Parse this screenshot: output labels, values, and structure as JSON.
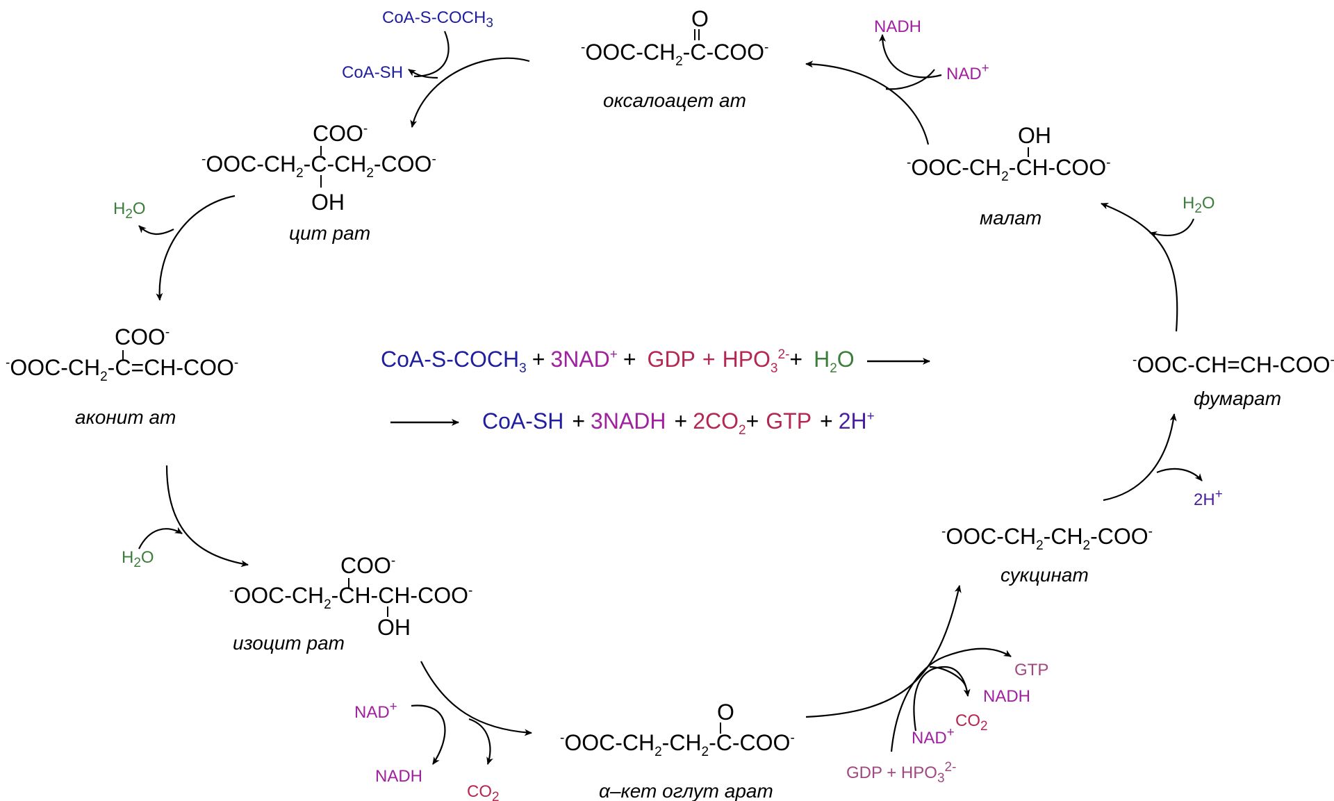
{
  "colors": {
    "black": "#000000",
    "blue": "#1e1e9e",
    "magenta": "#a020a0",
    "crimson": "#b52650",
    "green": "#3b7d3b",
    "indigo": "#4a1ea0",
    "mauve": "#a04880"
  },
  "compounds": {
    "oxaloacetate": {
      "o_top": "O",
      "formula": [
        "OOC-CH",
        "2",
        "-C-COO"
      ],
      "name": "оксалоацет ат"
    },
    "citrate": {
      "top": "COO",
      "formula": [
        "OOC-CH",
        "2",
        "-C-CH",
        "2",
        "-COO"
      ],
      "bottom": "OH",
      "name": "цит рат"
    },
    "aconitate": {
      "top": "COO",
      "formula": [
        "OOC-CH",
        "2",
        "-C=CH-COO"
      ],
      "name": "аконит ат"
    },
    "isocitrate": {
      "top": "COO",
      "formula": [
        "OOC-CH",
        "2",
        "-CH-CH-COO"
      ],
      "bottom": "OH",
      "name": "изоцит рат"
    },
    "alpha_kg": {
      "o_top": "O",
      "formula": [
        "OOC-CH",
        "2",
        "-CH",
        "2",
        "-C-COO"
      ],
      "name": "α–кет оглут арат"
    },
    "succinate": {
      "formula": [
        "OOC-CH",
        "2",
        "-CH",
        "2",
        "-COO"
      ],
      "name": "сукцинат"
    },
    "fumarate": {
      "formula": [
        "OOC-CH=CH-COO"
      ],
      "name": "фумарат"
    },
    "malate": {
      "top": "OH",
      "formula": [
        "OOC-CH",
        "2",
        "-CH-COO"
      ],
      "name": "малат"
    }
  },
  "charge": "-",
  "reagents": {
    "acetyl_coa": [
      "CoA-S-COCH",
      "3"
    ],
    "coa_sh": "CoA-SH",
    "h2o": [
      "H",
      "2",
      "O"
    ],
    "nad_plus": [
      "NAD",
      "+"
    ],
    "nadh": "NADH",
    "co2": [
      "CO",
      "2"
    ],
    "gtp": "GTP",
    "gdp_pi": [
      "GDP + HPO",
      "3",
      "2-"
    ],
    "two_h_plus": [
      "2H",
      "+"
    ]
  },
  "equation": {
    "line1": {
      "acetyl_coa": [
        "CoA-S-COCH",
        "3"
      ],
      "plus": "+",
      "nad": [
        "3NAD",
        "+"
      ],
      "gdp": "GDP",
      "hpo": [
        "HPO",
        "3",
        "2-"
      ],
      "h2o": [
        "H",
        "2",
        "O"
      ]
    },
    "line2": {
      "coa_sh": "CoA-SH",
      "plus": "+",
      "nadh": "3NADH",
      "co2": [
        "2CO",
        "2"
      ],
      "gtp": "GTP",
      "h_plus": [
        "2H",
        "+"
      ]
    }
  }
}
